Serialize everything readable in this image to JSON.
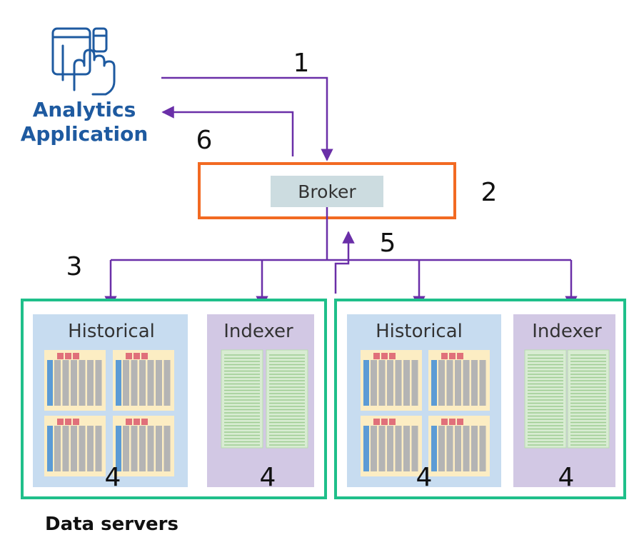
{
  "client": {
    "icon": "tablet-touch-icon",
    "title_line1": "Analytics",
    "title_line2": "Application"
  },
  "broker": {
    "label": "Broker"
  },
  "steps": {
    "s1": "1",
    "s2": "2",
    "s3": "3",
    "s5": "5",
    "s6": "6"
  },
  "data_servers": {
    "caption": "Data servers",
    "groups": [
      {
        "historical": {
          "label": "Historical",
          "step": "4"
        },
        "indexer": {
          "label": "Indexer",
          "step": "4"
        }
      },
      {
        "historical": {
          "label": "Historical",
          "step": "4"
        },
        "indexer": {
          "label": "Indexer",
          "step": "4"
        }
      }
    ]
  },
  "colors": {
    "flow_arrow": "#6a2fa8",
    "broker_border": "#f26a22",
    "broker_fill": "#ccdce0",
    "group_border": "#1fbf8a",
    "historical_fill": "#c7dcf0",
    "indexer_fill": "#d2c8e4",
    "client_text": "#1e5aa0",
    "segment_fill": "#fcedc3",
    "segment_header": "#e0707a",
    "segment_column": "#b4b4b4",
    "segment_key_column": "#5b9bd5",
    "index_page_fill": "#d8ecd2",
    "index_page_line": "#9dcc92"
  }
}
